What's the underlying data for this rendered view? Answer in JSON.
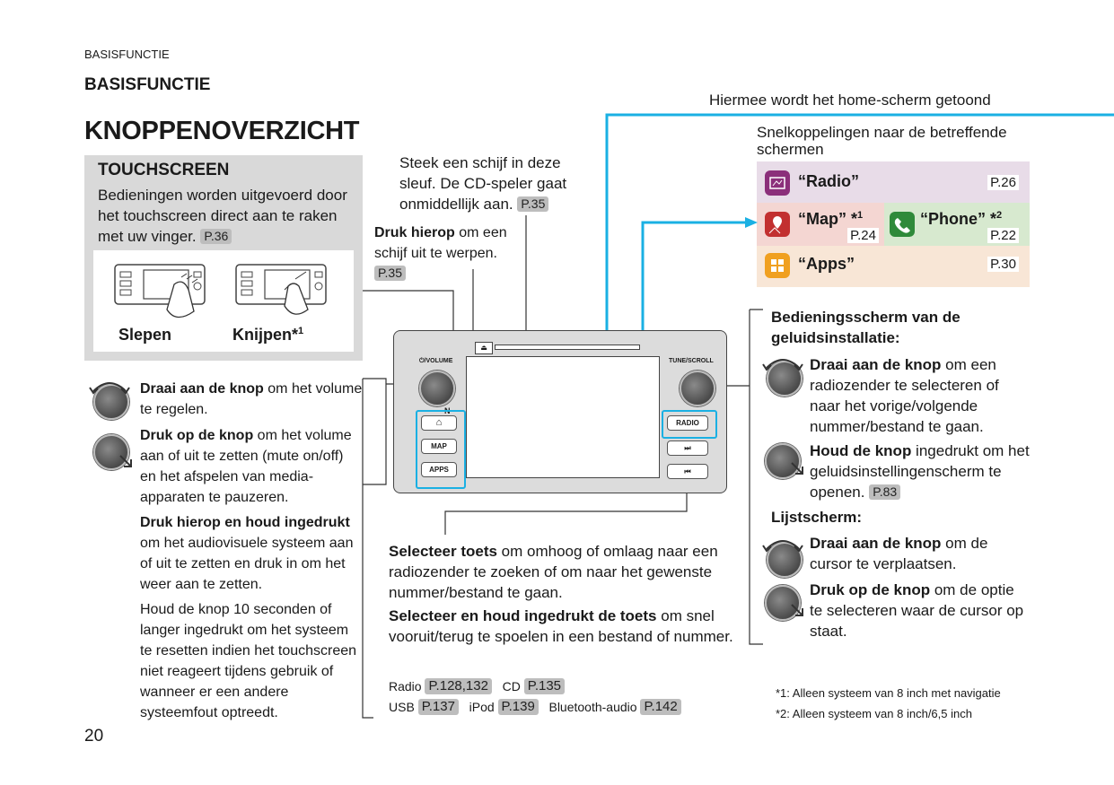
{
  "header": {
    "small": "BASISFUNCTIE",
    "section": "BASISFUNCTIE",
    "title": "KNOPPENOVERZICHT"
  },
  "touchscreen": {
    "title": "TOUCHSCREEN",
    "text": "Bedieningen worden uitgevoerd door het touchscreen direct aan te raken met uw vinger.",
    "ref": "P.36",
    "gesture1": "Slepen",
    "gesture2": "Knijpen*",
    "gesture2_sup": "1"
  },
  "cd_slot": {
    "text": "Steek een schijf in deze sleuf. De CD-speler gaat onmiddellijk aan.",
    "ref": "P.35"
  },
  "eject": {
    "bold": "Druk hierop",
    "text": " om een schijf uit te werpen.",
    "ref": "P.35"
  },
  "home_callout": "Hiermee wordt het home-scherm getoond",
  "shortcuts": {
    "title": "Snelkoppelingen naar de betreffende schermen",
    "radio": {
      "label": "“Radio”",
      "ref": "P.26"
    },
    "map": {
      "label": "“Map” *",
      "sup": "1",
      "ref": "P.24"
    },
    "phone": {
      "label": "“Phone” *",
      "sup": "2",
      "ref": "P.22"
    },
    "apps": {
      "label": "“Apps”",
      "ref": "P.30"
    }
  },
  "left_knob": {
    "turn_bold": "Draai aan de knop",
    "turn_text": " om het volume te regelen.",
    "press_bold": "Druk op de knop",
    "press_text": " om het volume aan of uit te zetten (mute on/off) en het afspelen van media-apparaten te pauzeren.",
    "hold_bold": "Druk hierop en houd ingedrukt",
    "hold_text": " om het audiovisuele systeem aan of uit te zetten en druk in om het weer aan te zetten.",
    "reset_text": "Houd de knop 10 seconden of langer ingedrukt om het systeem te resetten indien het touchscreen niet reageert tijdens gebruik of wanneer er een andere systeemfout optreedt."
  },
  "panel": {
    "volume_label": "⏻/VOLUME",
    "tune_label": "TUNE/SCROLL",
    "home_btn": "⌂",
    "map_btn": "MAP",
    "apps_btn": "APPS",
    "radio_btn": "RADIO",
    "next_btn": "⏭",
    "prev_btn": "⏮",
    "nfc": "N",
    "eject_btn": "⏏"
  },
  "seek": {
    "sel_bold": "Selecteer toets",
    "sel_text": " om omhoog of omlaag naar een radiozender te zoeken of om naar het gewenste nummer/bestand te gaan.",
    "hold_bold": "Selecteer en houd ingedrukt de toets",
    "hold_text": " om snel vooruit/terug te spoelen in een bestand of nummer.",
    "refs": [
      {
        "label": "Radio",
        "ref": "P.128,132"
      },
      {
        "label": "CD",
        "ref": "P.135"
      },
      {
        "label": "USB",
        "ref": "P.137"
      },
      {
        "label": "iPod",
        "ref": "P.139"
      },
      {
        "label": "Bluetooth-audio",
        "ref": "P.142"
      }
    ]
  },
  "right_knob": {
    "title": "Bedieningsscherm van de geluidsinstallatie:",
    "turn_bold": "Draai aan de knop",
    "turn_text": " om een radiozender te selecteren of naar het vorige/volgende nummer/bestand te gaan.",
    "hold_bold": "Houd de knop",
    "hold_text": " ingedrukt om het geluidsinstellingenscherm te openen.",
    "hold_ref": "P.83",
    "list_title": "Lijstscherm:",
    "list_turn_bold": "Draai aan de knop",
    "list_turn_text": " om de cursor te verplaatsen.",
    "list_press_bold": "Druk op de knop",
    "list_press_text": " om de optie te selecteren waar de cursor op staat."
  },
  "footnotes": {
    "f1": "*1: Alleen systeem van 8 inch met navigatie",
    "f2": "*2: Alleen systeem van 8 inch/6,5 inch"
  },
  "page_number": "20",
  "colors": {
    "accent": "#1ab0e3",
    "radio_bg": "#e8dce8",
    "map_bg": "#f4d6d2",
    "phone_bg": "#d7e9cf",
    "apps_bg": "#f8e6d6",
    "panel_bg": "#d9d9d9"
  }
}
